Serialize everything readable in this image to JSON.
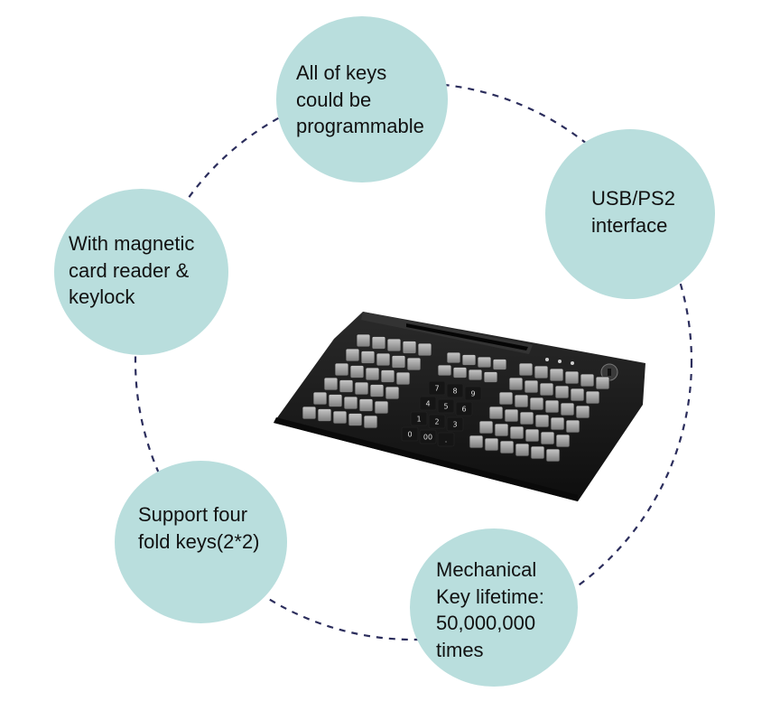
{
  "features": [
    {
      "id": "programmable",
      "text": "All of keys\ncould be\nprogrammable"
    },
    {
      "id": "interface",
      "text": "USB/PS2\ninterface"
    },
    {
      "id": "card-reader",
      "text": "With magnetic\ncard reader &\nkeylock"
    },
    {
      "id": "fold-keys",
      "text": "Support four\nfold keys(2*2)"
    },
    {
      "id": "lifetime",
      "text": "Mechanical\nKey lifetime:\n50,000,000\ntimes"
    }
  ],
  "keypad_labels": [
    "7",
    "8",
    "9",
    "4",
    "5",
    "6",
    "1",
    "2",
    "3",
    "0",
    "00",
    "."
  ],
  "colors": {
    "bubble": "#b9dedd",
    "ring": "#2b2d5c",
    "device_body": "#1c1c1c",
    "key_gray": "#9c9c9c",
    "key_black": "#151515"
  }
}
